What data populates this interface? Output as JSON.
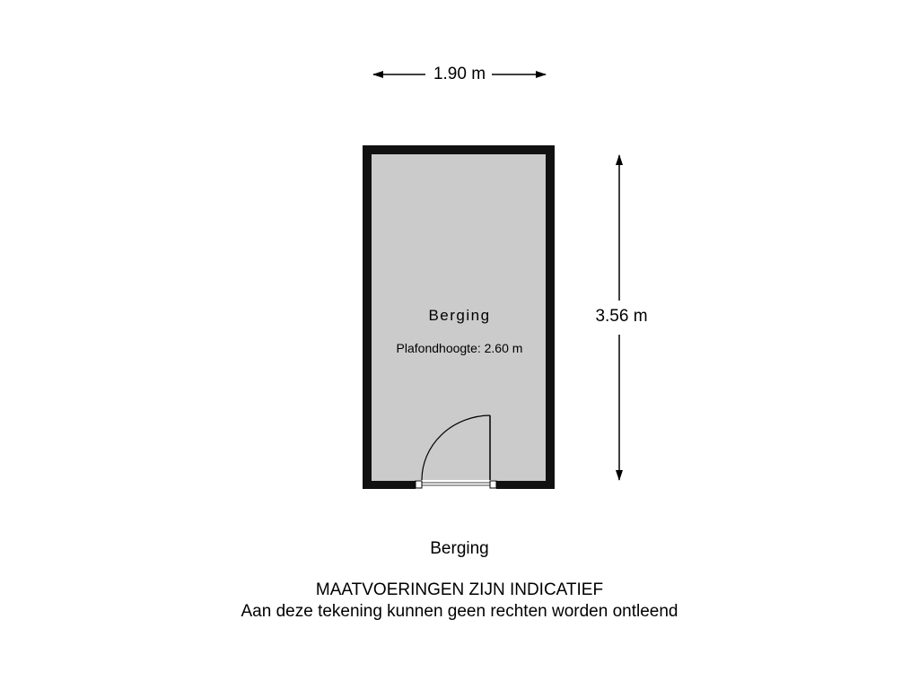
{
  "dimensions": {
    "width": "1.90 m",
    "height": "3.56 m"
  },
  "room": {
    "name": "Berging",
    "ceiling_height": "Plafondhoogte: 2.60 m"
  },
  "floor_label": "Berging",
  "disclaimer": {
    "line1": "MAATVOERINGEN ZIJN INDICATIEF",
    "line2": "Aan deze tekening kunnen geen rechten worden ontleend"
  },
  "colors": {
    "wall": "#111111",
    "floor": "#cbcbcb",
    "background": "#ffffff"
  }
}
